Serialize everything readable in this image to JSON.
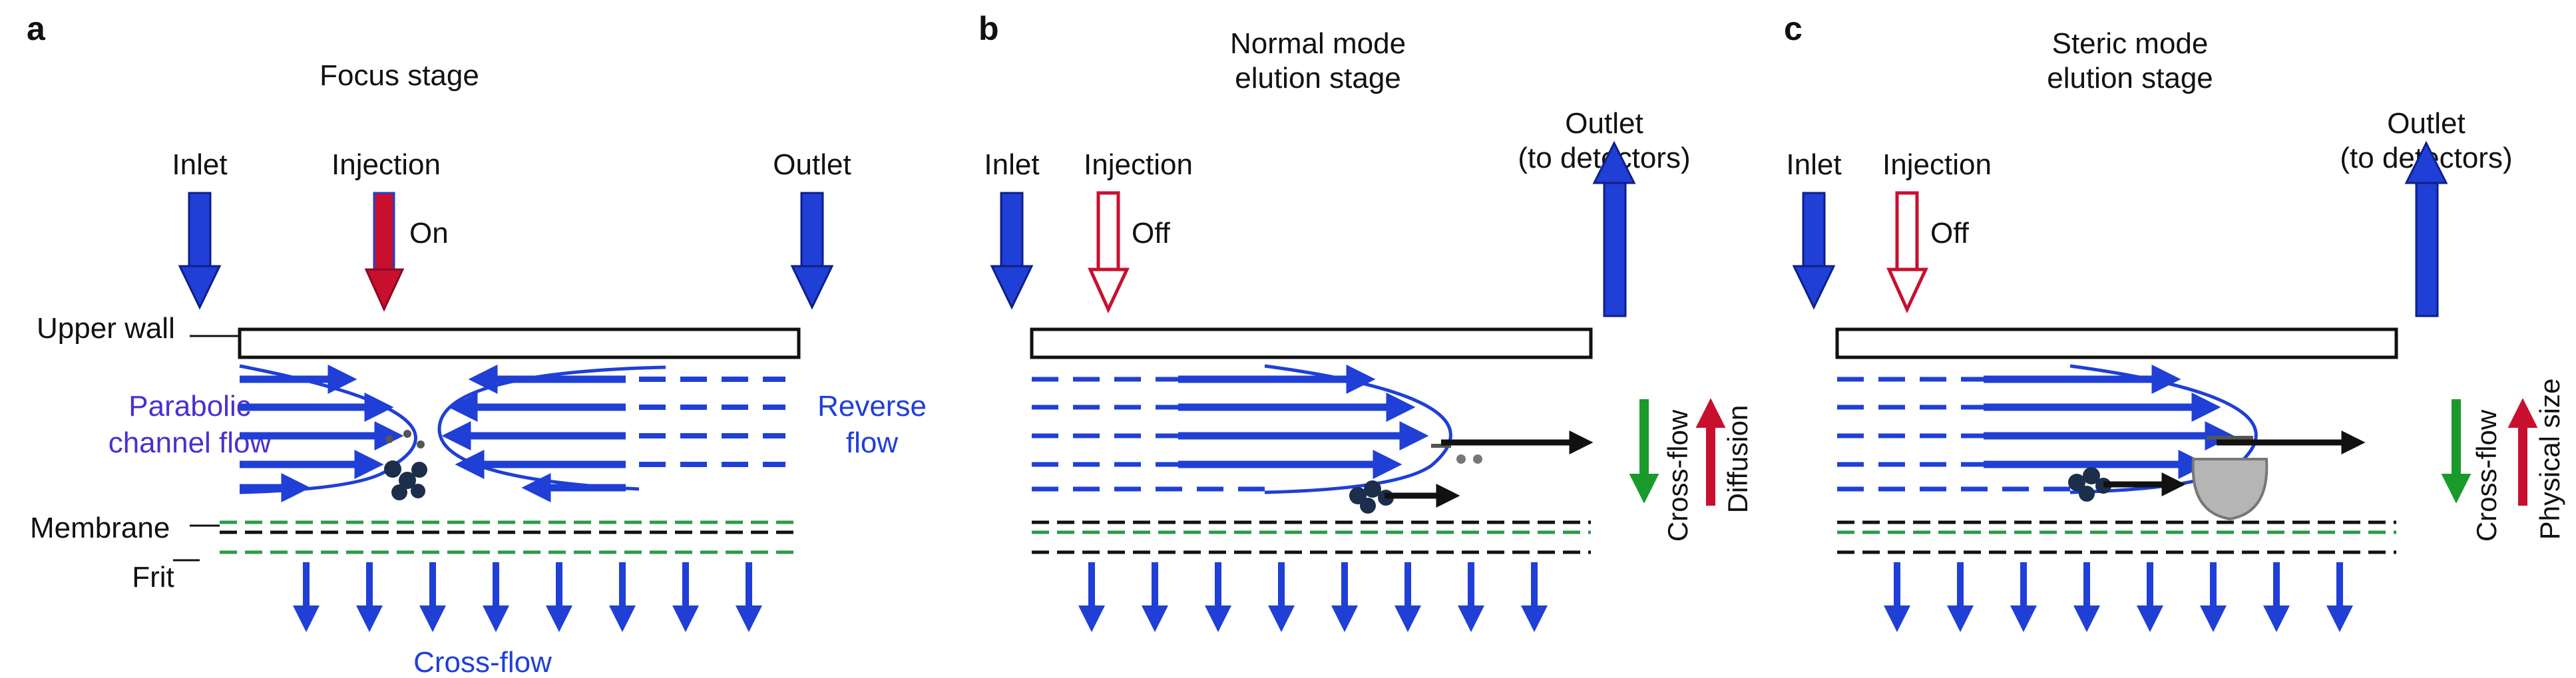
{
  "panels": [
    {
      "letter": "a",
      "title_lines": [
        "Focus stage"
      ],
      "inlet": "Inlet",
      "injection": "Injection",
      "injection_state": "On",
      "outlet_lines": [
        "Outlet"
      ],
      "upper_wall": "Upper wall",
      "membrane": "Membrane",
      "frit": "Frit",
      "parabolic_lines": [
        "Parabolic",
        "channel flow"
      ],
      "reverse_lines": [
        "Reverse",
        "flow"
      ],
      "cross_flow": "Cross-flow"
    },
    {
      "letter": "b",
      "title_lines": [
        "Normal mode",
        "elution stage"
      ],
      "inlet": "Inlet",
      "injection": "Injection",
      "injection_state": "Off",
      "outlet_lines": [
        "Outlet",
        "(to detectors)"
      ],
      "cross_flow_vertical": "Cross-flow",
      "diffusion": "Diffusion"
    },
    {
      "letter": "c",
      "title_lines": [
        "Steric mode",
        "elution stage"
      ],
      "inlet": "Inlet",
      "injection": "Injection",
      "injection_state": "Off",
      "outlet_lines": [
        "Outlet",
        "(to detectors)"
      ],
      "cross_flow_vertical": "Cross-flow",
      "physical_size": "Physical size"
    }
  ],
  "colors": {
    "flow_blue": "#1f3fd6",
    "injection_red": "#c8102e",
    "label_blue": "#1f3fd6",
    "label_purple": "#4a2fd0",
    "cross_green": "#1a9a2a",
    "membrane_green": "#2e9a4a",
    "particle_dark": "#1c2e4a",
    "particle_grey": "#b5b5b5"
  }
}
